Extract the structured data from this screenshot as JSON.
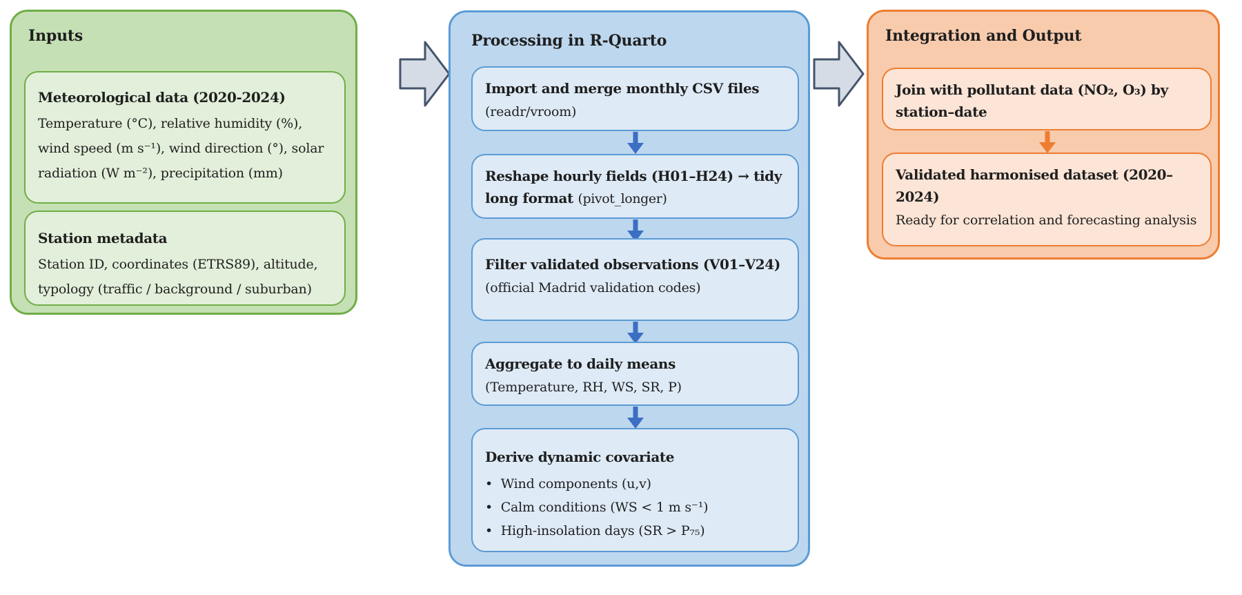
{
  "colors": {
    "green-fill": "#c5e0b4",
    "green-card-fill": "#e2efda",
    "green-border": "#70ad47",
    "blue-fill": "#bdd7ee",
    "blue-card-fill": "#deeaf6",
    "blue-border": "#5b9bd5",
    "blue-arrow": "#3c6ec4",
    "orange-fill": "#f8cbad",
    "orange-card-fill": "#fce4d6",
    "orange-border": "#ed7d31",
    "big-arrow-fill": "#d6dce5",
    "big-arrow-border": "#44546a",
    "text": "#1f1f1f"
  },
  "inputs": {
    "title": "Inputs",
    "meteorological": {
      "title": "Meteorological data (2020-2024)",
      "body": "Temperature (°C), relative humidity (%), wind speed (m s⁻¹), wind direction (°), solar radiation (W m⁻²), precipitation (mm)"
    },
    "station": {
      "title": "Station metadata",
      "body": "Station ID, coordinates (ETRS89), altitude, typol­ogy (traffic / background / suburban)"
    }
  },
  "processing": {
    "title": "Processing in R-Quarto",
    "steps": [
      {
        "title": "Import and merge monthly CSV files",
        "sub": "(readr/vroom)"
      },
      {
        "title": "Reshape hourly fields (H01–H24) → tidy long format",
        "sub": "(pivot_longer)"
      },
      {
        "title": "Filter validated observations (V01–V24)",
        "sub": "(official Madrid validation codes)"
      },
      {
        "title": "Aggregate to daily means",
        "sub": "(Temperature, RH, WS, SR, P)"
      },
      {
        "title": "Derive dynamic covariate",
        "bullets": [
          "Wind components (u,v)",
          "Calm conditions (WS < 1 m s⁻¹)",
          "High-insolation days (SR > P₇₅)"
        ]
      }
    ]
  },
  "integration": {
    "title": "Integration and Output",
    "join": {
      "title": "Join with pollutant data (NO₂, O₃) by station–date"
    },
    "dataset": {
      "title": "Validated harmonised dataset (2020–2024)",
      "sub": "Ready for correlation and forecasting analysis"
    }
  }
}
